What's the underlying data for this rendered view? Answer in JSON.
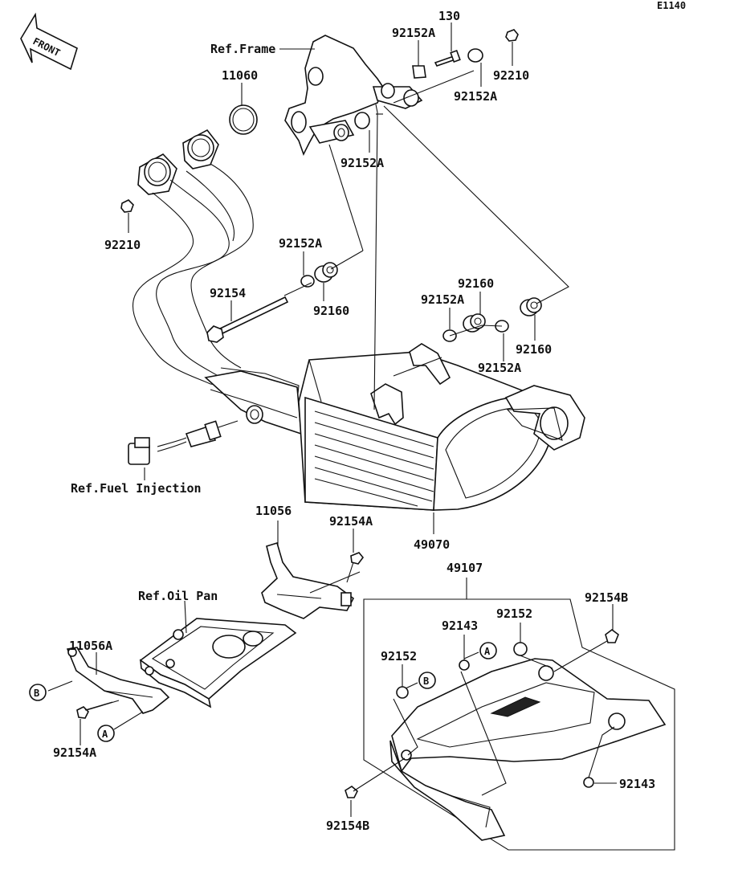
{
  "diagram_id": "E1140",
  "front_badge": "FRONT",
  "references": {
    "frame": "Ref.Frame",
    "fuel_injection": "Ref.Fuel Injection",
    "oil_pan": "Ref.Oil Pan"
  },
  "parts": {
    "p130": "130",
    "p92152A_top": "92152A",
    "p92210_top": "92210",
    "p92152A_right": "92152A",
    "p11060": "11060",
    "p92152A_center": "92152A",
    "p92210_left": "92210",
    "p92152A_mid": "92152A",
    "p92154": "92154",
    "p92160_mid": "92160",
    "p92160_right_top": "92160",
    "p92152A_right_mid": "92152A",
    "p92160_right": "92160",
    "p92152A_lower": "92152A",
    "p11056": "11056",
    "p92154A_top": "92154A",
    "p49070": "49070",
    "p49107": "49107",
    "p92154B_top": "92154B",
    "p92143_top": "92143",
    "p92152_right": "92152",
    "p11056A": "11056A",
    "p92152_left": "92152",
    "p92154A_bottom": "92154A",
    "p92143_bottom": "92143",
    "p92154B_bottom": "92154B"
  },
  "callouts": {
    "a1": "A",
    "a2": "A",
    "b1": "B",
    "b2": "B"
  }
}
